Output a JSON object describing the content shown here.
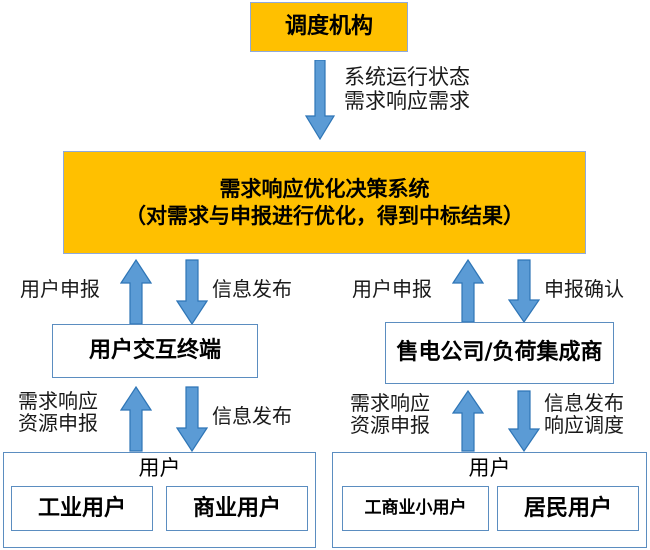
{
  "diagram": {
    "title_box": {
      "label": "调度机构"
    },
    "top_arrow_label": {
      "line1": "系统运行状态",
      "line2": "需求响应需求"
    },
    "main_system_box": {
      "line1": "需求响应优化决策系统",
      "line2": "（对需求与申报进行优化，得到中标结果）"
    },
    "left_branch": {
      "up_arrow_label": "用户申报",
      "down_arrow_label": "信息发布",
      "node_label": "用户交互终端",
      "lower_up_arrow_label": "需求响应\n资源申报",
      "lower_down_arrow_label": "信息发布",
      "group_label": "用户",
      "children": [
        {
          "label": "工业用户"
        },
        {
          "label": "商业用户"
        }
      ]
    },
    "right_branch": {
      "up_arrow_label": "用户申报",
      "down_arrow_label": "申报确认",
      "node_label": "售电公司/负荷集成商",
      "lower_up_arrow_label": "需求响应\n资源申报",
      "lower_down_arrow_label": "信息发布\n响应调度",
      "group_label": "用户",
      "children": [
        {
          "label": "工商业小用户"
        },
        {
          "label": "居民用户"
        }
      ]
    },
    "colors": {
      "accent_yellow": "#FFC000",
      "arrow_blue": "#5B9BD5",
      "arrow_outline": "#2E75B6",
      "box_border": "#5B8DC0",
      "text": "#000000"
    }
  }
}
